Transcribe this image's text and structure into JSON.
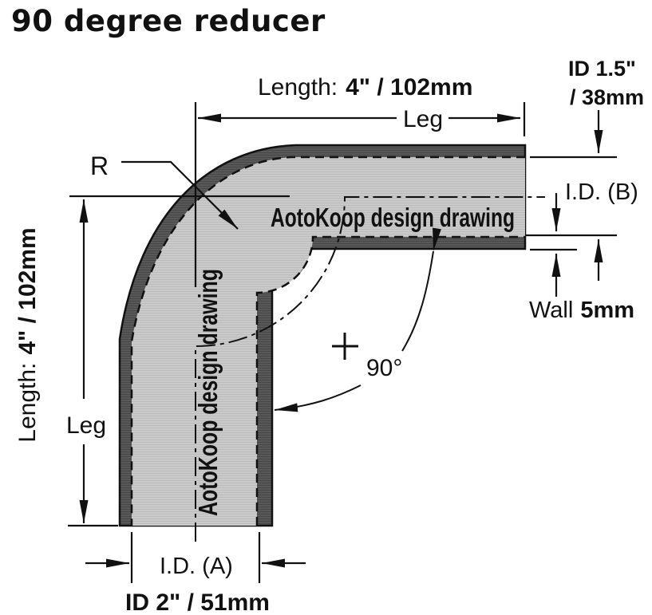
{
  "title": "90 degree reducer",
  "watermark": "AotoKoop design drawing",
  "dimensions": {
    "top": {
      "prefix": "Length:",
      "value": "4\" / 102mm",
      "leg": "Leg"
    },
    "left": {
      "prefix": "Length:",
      "value": "4\" / 102mm",
      "leg": "Leg"
    },
    "right": {
      "id_line1": "ID 1.5\"",
      "id_line2": "/ 38mm",
      "id_b": "I.D. (B)",
      "wall_prefix": "Wall",
      "wall_value": "5mm"
    },
    "bottom": {
      "id_a": "I.D. (A)",
      "id_value": "ID 2\" / 51mm"
    },
    "radius_label": "R",
    "angle_label": "90°"
  },
  "colors": {
    "background": "#ffffff",
    "outline": "#111111",
    "wall_band": "#585858",
    "bore_fill": "#cacaca"
  }
}
